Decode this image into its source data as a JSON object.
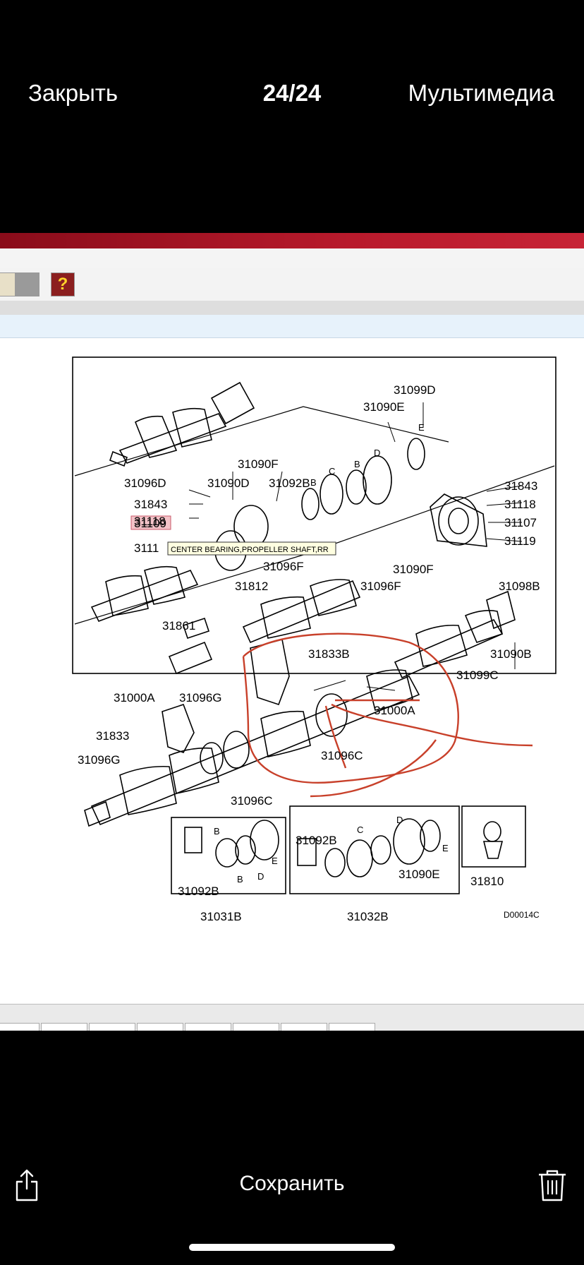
{
  "header": {
    "close_label": "Закрыть",
    "counter": "24/24",
    "media_label": "Мультимедиа"
  },
  "toolbar": {
    "help_label": "?"
  },
  "diagram": {
    "labels": {
      "l31099D": "31099D",
      "l31090E_top": "31090E",
      "l31090F_top": "31090F",
      "l31096D": "31096D",
      "l31090D": "31090D",
      "l31092B_top": "31092B",
      "l31843_left": "31843",
      "l31118_left": "31118",
      "l31109": "31109",
      "l3111": "3111",
      "l31096F_left": "31096F",
      "l31812": "31812",
      "l31843_right": "31843",
      "l31118_right": "31118",
      "l31107": "31107",
      "l31119": "31119",
      "l31090F_mid": "31090F",
      "l31096F_mid": "31096F",
      "l31098B": "31098B",
      "l31861": "31861",
      "l31833B": "31833B",
      "l31090B": "31090B",
      "l31099C": "31099C",
      "l31000A_box": "31000A",
      "l31096G_1": "31096G",
      "l31000A_mid": "31000A",
      "l31833": "31833",
      "l31096C_mid": "31096C",
      "l31096G_2": "31096G",
      "l31096C_bot": "31096C",
      "l31092B_b1": "31092B",
      "l31031B": "31031B",
      "l31092B_b2": "31092B",
      "l31090E_b2": "31090E",
      "l31032B": "31032B",
      "l31810": "31810",
      "code": "D00014C",
      "tooltip": "CENTER BEARING,PROPELLER SHAFT,RR",
      "letterB": "B",
      "letterC": "C",
      "letterD": "D",
      "letterE": "E"
    }
  },
  "footer": {
    "save_label": "Сохранить"
  },
  "colors": {
    "annotation_red": "#c8402a",
    "highlight_pink": "#f3c3c8"
  }
}
